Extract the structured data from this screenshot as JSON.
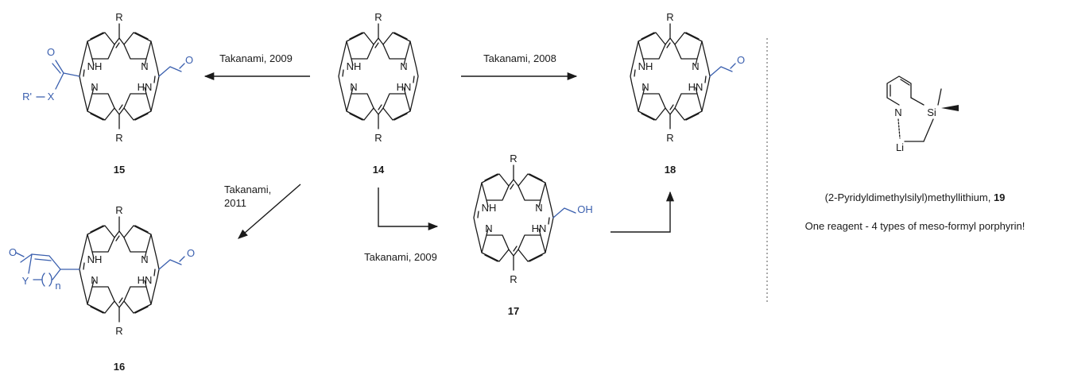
{
  "compounds": {
    "c14": "14",
    "c15": "15",
    "c16": "16",
    "c17": "17",
    "c18": "18",
    "c19": "19"
  },
  "atoms": {
    "R": "R",
    "NH": "NH",
    "N": "N",
    "HN": "HN",
    "O": "O",
    "OH": "OH",
    "R_prime": "R'",
    "X": "X",
    "Y": "Y",
    "n": "n",
    "Si": "Si",
    "Li": "Li"
  },
  "arrows": {
    "to15": "Takanami, 2009",
    "to18": "Takanami, 2008",
    "to16_line1": "Takanami,",
    "to16_line2": "2011",
    "to17": "Takanami, 2009"
  },
  "reagent": {
    "name": "(2-Pyridyldimethylsilyl)methyllithium, ",
    "number": "19",
    "tagline": "One reagent - 4 types of meso-formyl porphyrin!"
  },
  "colors": {
    "ink": "#1a1a1a",
    "highlight": "#3a5fae"
  }
}
